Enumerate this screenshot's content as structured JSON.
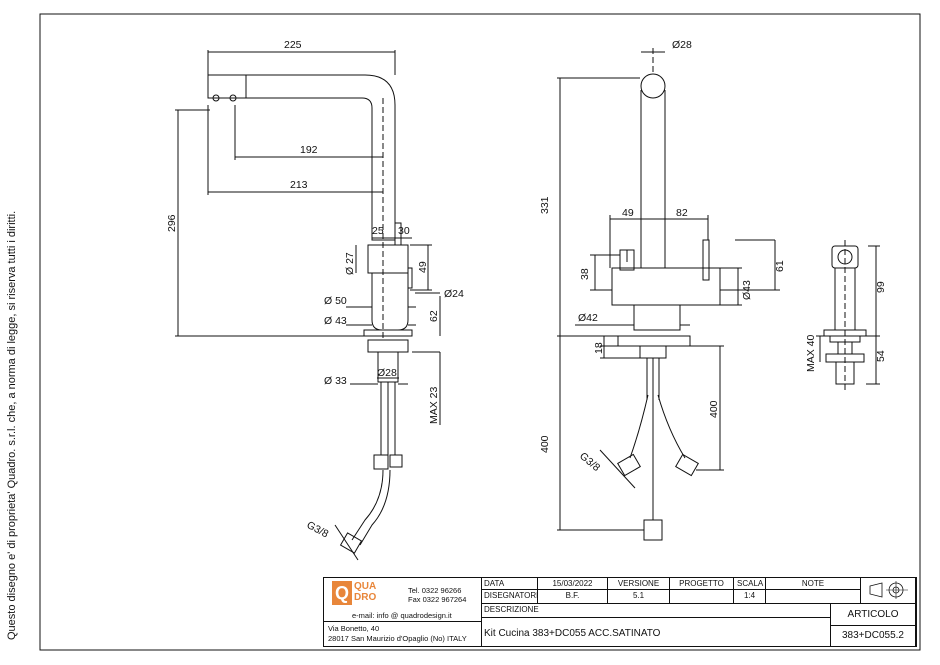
{
  "side_note": "Questo disegno e' di proprieta' Quadro. s.r.l. che, a norma di legge, si riserva tutti i diritti.",
  "dimensions": {
    "side_view": [
      "225",
      "192",
      "213",
      "296",
      "25",
      "30",
      "Ø 27",
      "49",
      "Ø 50",
      "Ø24",
      "Ø 43",
      "62",
      "Ø 33",
      "Ø28",
      "MAX 23",
      "G3/8"
    ],
    "front_view": [
      "Ø28",
      "331",
      "49",
      "82",
      "38",
      "61",
      "Ø43",
      "Ø42",
      "18",
      "400",
      "400",
      "G3/8"
    ],
    "spray_view": [
      "99",
      "MAX 40",
      "54"
    ]
  },
  "title_block": {
    "logo_letter": "Q",
    "logo_line1": "QUA",
    "logo_line2": "DRO",
    "tel": "Tel. 0322 96266",
    "fax": "Fax 0322 967264",
    "email": "e-mail: info @ quadrodesign.it",
    "address1": "Via Bonetto, 40",
    "address2": "28017 San Maurizio d'Opaglio (No) ITALY",
    "data_label": "DATA",
    "data_value": "15/03/2022",
    "versione_label": "VERSIONE",
    "progetto_label": "PROGETTO",
    "scala_label": "SCALA",
    "note_label": "NOTE",
    "disegnatore_label": "DISEGNATORE",
    "disegnatore_value": "B.F.",
    "versione_value": "5.1",
    "scala_value": "1:4",
    "descrizione_label": "DESCRIZIONE",
    "descrizione_value": "Kit Cucina 383+DC055 ACC.SATINATO",
    "articolo_label": "ARTICOLO",
    "articolo_value": "383+DC055.2"
  }
}
